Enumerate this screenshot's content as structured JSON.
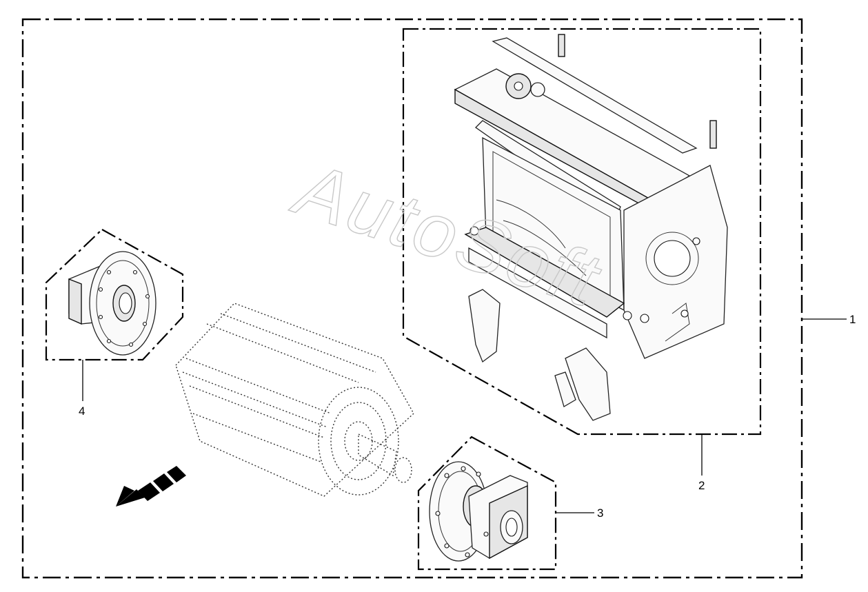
{
  "diagram": {
    "watermark_text": "AutoSoft",
    "callouts": [
      {
        "id": "1",
        "label": "1"
      },
      {
        "id": "2",
        "label": "2"
      },
      {
        "id": "3",
        "label": "3"
      },
      {
        "id": "4",
        "label": "4"
      }
    ],
    "parts": [
      {
        "callout": "1",
        "name": "rotor-assembly-kit"
      },
      {
        "callout": "2",
        "name": "rotor-housing-frame"
      },
      {
        "callout": "3",
        "name": "right-bearing-flange"
      },
      {
        "callout": "4",
        "name": "left-bearing-flange"
      }
    ],
    "direction_arrow_icon": "direction-arrow-icon",
    "colors": {
      "line": "#000000",
      "watermark": "#c8c8c8",
      "background": "#ffffff"
    }
  }
}
